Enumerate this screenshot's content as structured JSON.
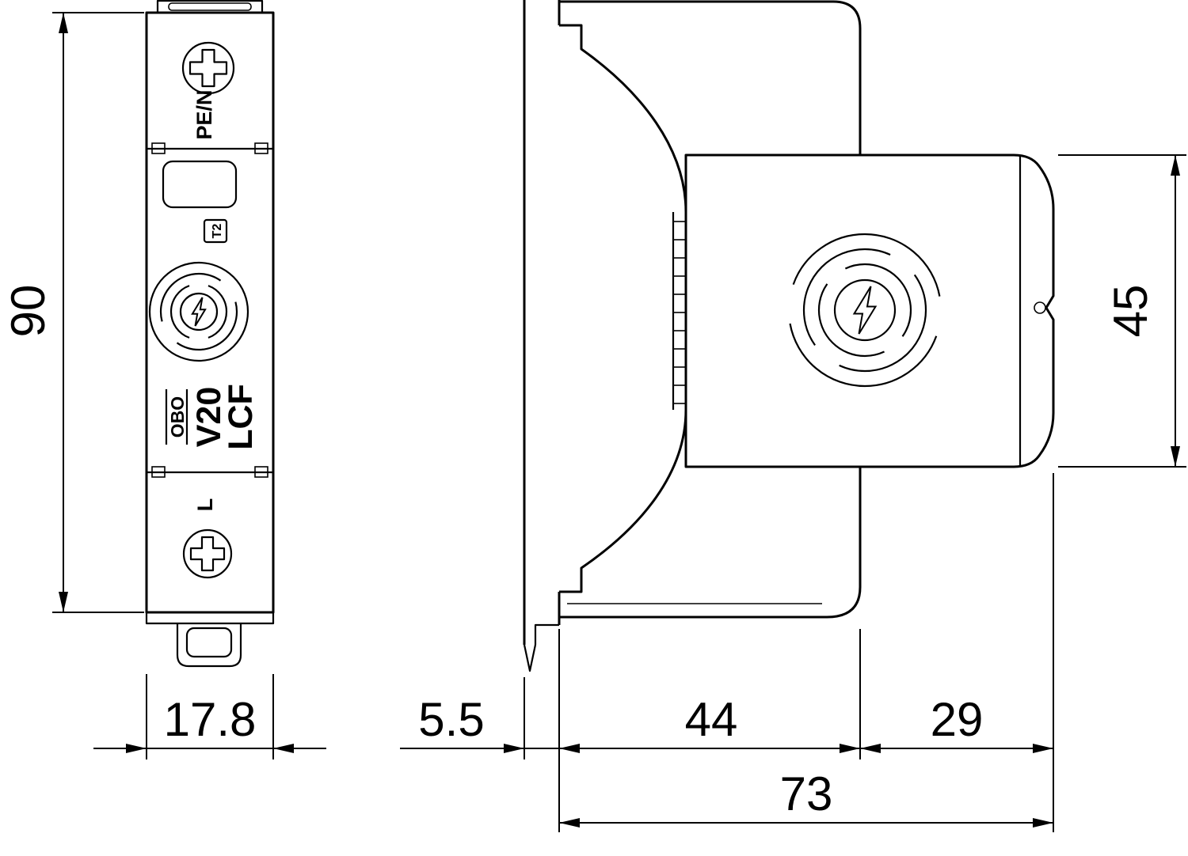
{
  "front_view": {
    "labels": {
      "terminal_top": "PE/N",
      "type_class": "T2",
      "brand": "OBO",
      "model": "V20",
      "series": "LCF",
      "terminal_bottom": "L"
    }
  },
  "dimensions": {
    "height": "90",
    "width": "17.8",
    "rail_depth": "5.5",
    "base_depth": "44",
    "module_depth": "29",
    "total_depth": "73",
    "module_height": "45"
  },
  "colors": {
    "line": "#000000",
    "background": "#ffffff"
  }
}
